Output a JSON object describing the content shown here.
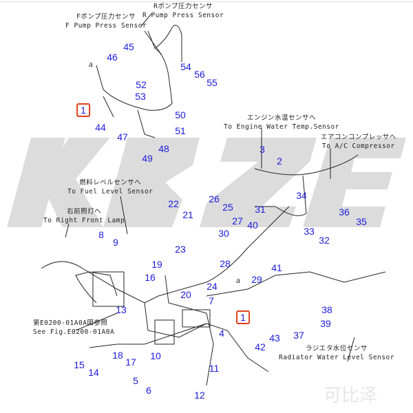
{
  "watermark": {
    "text": "KBZE",
    "subtext": "可比泽",
    "color": "#d9d9d9"
  },
  "colors": {
    "part_number": "#1a1adc",
    "highlight_box": "#e0401a",
    "line": "#222222"
  },
  "callouts": [
    {
      "ja": "Rポンプ圧力センサ",
      "en": "R Pump Press Sensor"
    },
    {
      "ja": "Fポンプ圧力センサ",
      "en": "F Pump Press Sensor"
    },
    {
      "ja": "エンジン水温センサへ",
      "en": "To Engine Water Temp.Sensor"
    },
    {
      "ja": "エアコンコンプレッサへ",
      "en": "To A/C Compressor"
    },
    {
      "ja": "燃料レベルセンサへ",
      "en": "To Fuel Level Sensor"
    },
    {
      "ja": "右前照灯へ",
      "en": "To Right Front Lamp"
    },
    {
      "ja": "第E0200-01A0A図参照",
      "en": "See Fig.E0200-01A0A"
    },
    {
      "ja": "ラジエタ水位センサ",
      "en": "Radiator Water Level Sensor"
    }
  ],
  "connection_letters": [
    "a",
    "a"
  ],
  "part_numbers": [
    "45",
    "46",
    "54",
    "56",
    "55",
    "52",
    "53",
    "1",
    "50",
    "44",
    "51",
    "47",
    "48",
    "49",
    "3",
    "2",
    "22",
    "21",
    "26",
    "25",
    "31",
    "34",
    "36",
    "35",
    "27",
    "40",
    "30",
    "33",
    "32",
    "8",
    "9",
    "23",
    "19",
    "28",
    "41",
    "29",
    "16",
    "24",
    "20",
    "7",
    "13",
    "1",
    "38",
    "39",
    "37",
    "4",
    "43",
    "42",
    "15",
    "18",
    "17",
    "10",
    "14",
    "5",
    "11",
    "6",
    "12"
  ]
}
